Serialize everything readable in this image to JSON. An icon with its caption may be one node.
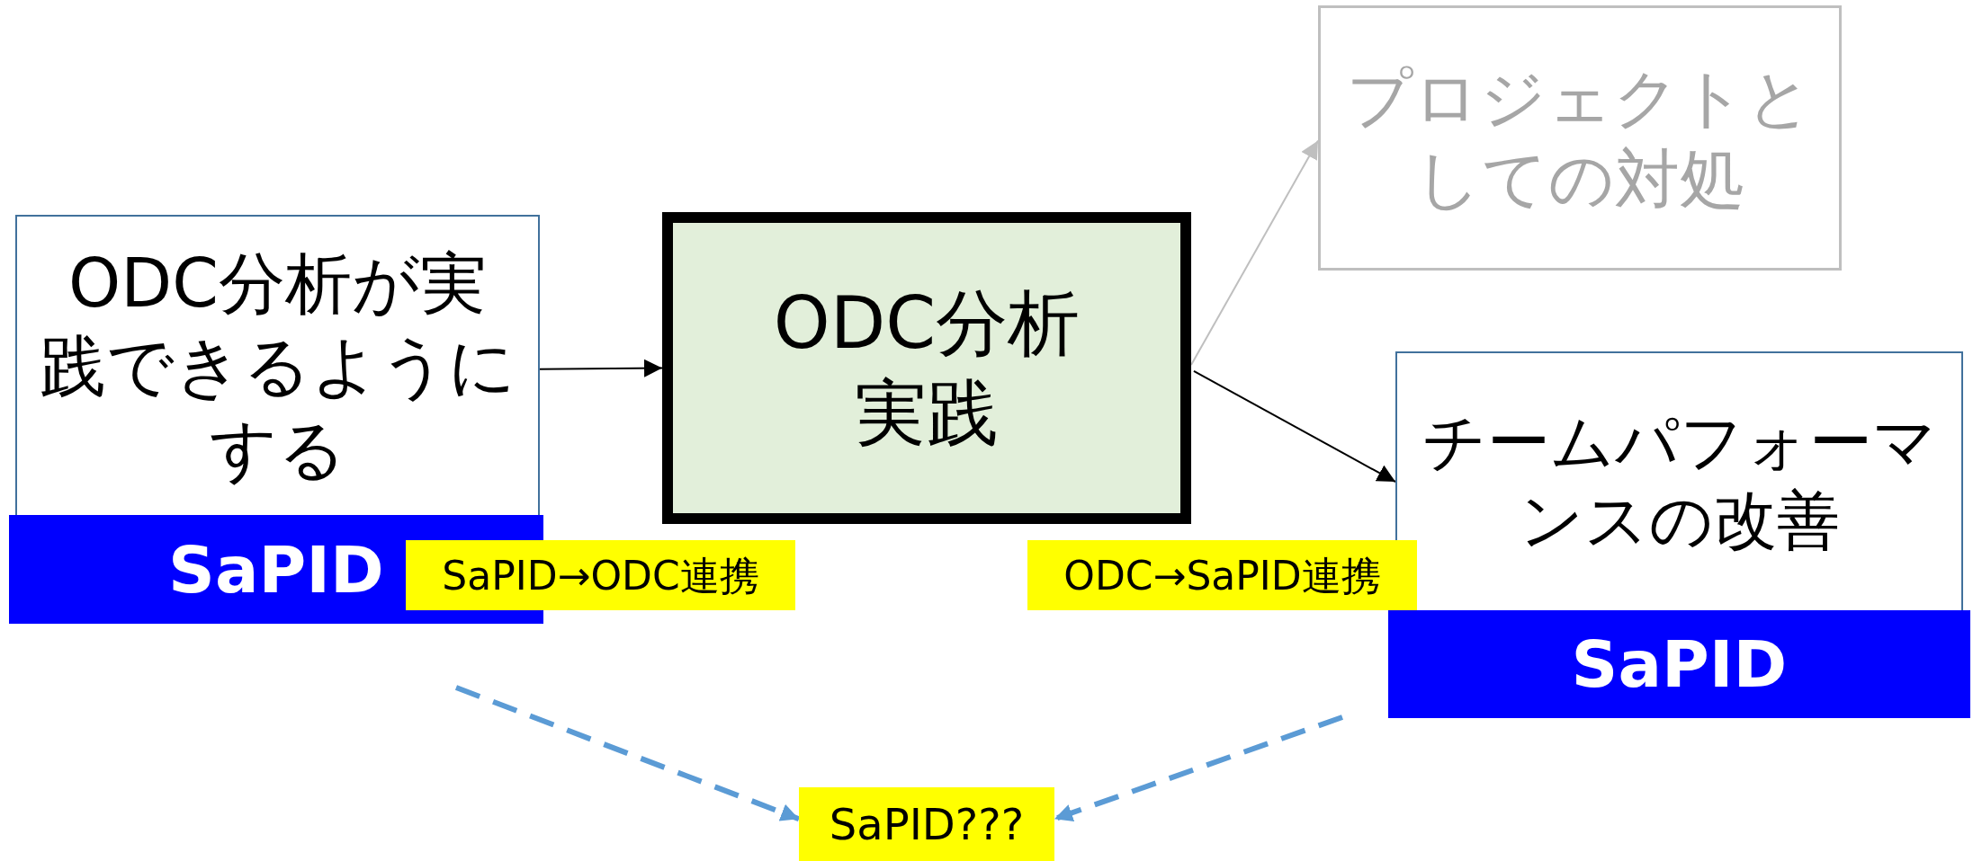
{
  "diagram": {
    "nodes": [
      {
        "text": [
          "ODC分析が実践できるようにする"
        ]
      },
      {
        "text": [
          "SaPID"
        ]
      },
      {
        "text": [
          "SaPID→ODC連携"
        ]
      },
      {
        "text": [
          "ODC分析実践"
        ]
      },
      {
        "text": [
          "プロジェクトとしての対処"
        ]
      },
      {
        "text": [
          "チームパフォーマンスの改善"
        ]
      },
      {
        "text": [
          "SaPID"
        ]
      },
      {
        "text": [
          "ODC→SaPID連携"
        ]
      },
      {
        "text": [
          "SaPID???"
        ]
      }
    ],
    "edges": [
      {
        "from": 0,
        "to": 3,
        "arrow": "to"
      },
      {
        "from": 3,
        "to": 4,
        "arrow": "to",
        "color": "#bfbfbf"
      },
      {
        "from": 3,
        "to": 5,
        "arrow": "to"
      },
      {
        "from": null,
        "to": 8,
        "arrow": "to",
        "style": "dashed",
        "color": "#5b9bd5"
      },
      {
        "from": null,
        "to": 8,
        "arrow": "to",
        "style": "dashed",
        "color": "#5b9bd5"
      }
    ]
  }
}
